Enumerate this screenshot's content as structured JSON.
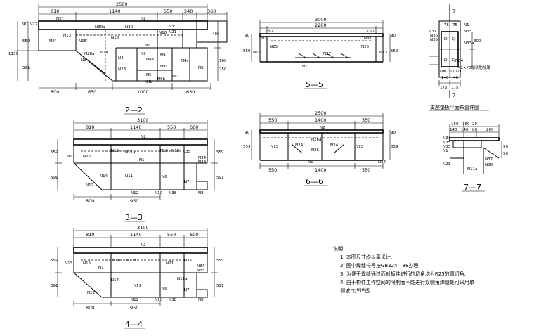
{
  "section_2_2": {
    "title": "2—2",
    "dims_top": [
      "2500",
      "810",
      "1140",
      "550",
      "240",
      "360"
    ],
    "dims_left": [
      "90",
      "559",
      "1150",
      "591"
    ],
    "dims_bottom": [
      "800",
      "650",
      "1000",
      "650"
    ],
    "dims_right": [
      "400",
      "250",
      "160"
    ],
    "labels": [
      "N22",
      "N2'",
      "N13",
      "N15'",
      "N30a",
      "N30",
      "N2",
      "N16",
      "N3'",
      "N21",
      "N2'",
      "N18",
      "N14",
      "N3",
      "N28a",
      "N4",
      "N28",
      "N1",
      "N9",
      "N4a",
      "N9",
      "N9'",
      "N4c",
      "N8",
      "N5",
      "N4b",
      "N6b",
      "N6'"
    ]
  },
  "section_3_3": {
    "title": "3—3",
    "dims_top": [
      "3100",
      "810",
      "1140",
      "550",
      "600"
    ],
    "dims_left": [
      "559",
      "591"
    ],
    "dims_bottom": [
      "800",
      "950"
    ],
    "dims_right": [
      "559",
      "591"
    ],
    "labels": [
      "N2",
      "N17",
      "N25",
      "N16",
      "N11a",
      "N1",
      "N16",
      "N18",
      "N35",
      "N34",
      "N33",
      "N14",
      "N11",
      "N6",
      "N12",
      "N12",
      "N10",
      "N38",
      "N7",
      "N8"
    ]
  },
  "section_4_4": {
    "title": "4—4",
    "dims_top": [
      "3100",
      "810",
      "1140",
      "550",
      "600"
    ],
    "dims_left": [
      "559",
      "591"
    ],
    "dims_bottom": [
      "800",
      "950"
    ],
    "dims_right": [
      "559",
      "591"
    ],
    "labels": [
      "N2",
      "N13",
      "N15",
      "N1",
      "N16",
      "N11a",
      "N21",
      "N35",
      "N34",
      "N33",
      "N14",
      "N11",
      "N6",
      "N11a",
      "N12",
      "N12",
      "N10",
      "N38",
      "N7",
      "N8"
    ]
  },
  "section_5_5": {
    "title": "5—5",
    "dims_top": [
      "3000",
      "150",
      "2200",
      "150"
    ],
    "dims_left": [
      "559",
      "90"
    ],
    "dims_right": [
      "559",
      "90"
    ],
    "labels": [
      "N31",
      "N31",
      "N13",
      "N25",
      "N27",
      "N25",
      "N13",
      "N1"
    ]
  },
  "section_6_6": {
    "title": "6—6",
    "dims_top": [
      "2500",
      "550",
      "1400",
      "550"
    ],
    "dims_left": [
      "90",
      "559"
    ],
    "dims_right": [
      "90",
      "559"
    ],
    "dims_bottom": [
      "550",
      "1400",
      "550"
    ],
    "labels": [
      "N2",
      "N26a",
      "N13",
      "N24",
      "N26",
      "N24",
      "N13",
      "N1",
      "N24"
    ]
  },
  "bearing_plan": {
    "title": "支座垫板平面布置详图",
    "section_mark": "7",
    "dims": [
      "75",
      "75",
      "300",
      "100",
      "150",
      "100",
      "140",
      "40",
      "175",
      "175"
    ],
    "labels": [
      "N1",
      "N37",
      "N36",
      "N35",
      "N33",
      "N33a",
      "N34",
      "42×P3加劲肋加厚"
    ]
  },
  "section_7_7": {
    "title": "7—7",
    "dims": [
      "150",
      "150",
      "20",
      "140",
      "140",
      "80",
      "200",
      "50",
      "50"
    ],
    "labels": [
      "N34",
      "N35",
      "N33",
      "N1",
      "N23",
      "N11a",
      "N37",
      "N36"
    ]
  },
  "notes": {
    "heading": "说明:",
    "items": [
      "1. 本图尺寸均以毫米计.",
      "2. 图中焊缝符号按GB324—88办理.",
      "3. 为便于焊缝通过而对板件进行的切角均为R25的圆切角.",
      "4. 由于构件工作空间的限制而不能进行双侧角焊缝处可采用单",
      "   侧坡口焊焊透."
    ]
  }
}
